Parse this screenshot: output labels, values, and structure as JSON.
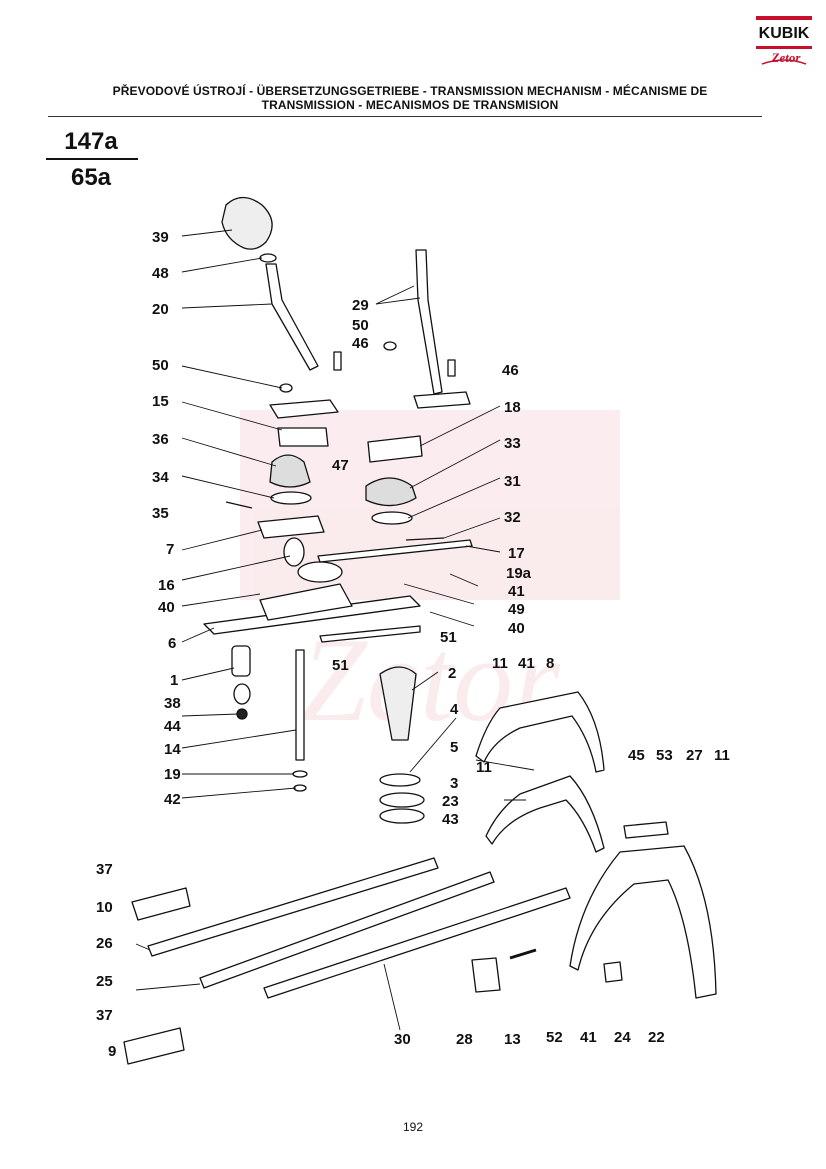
{
  "header": {
    "title_line1": "PŘEVODOVÉ ÚSTROJÍ - ÜBERSETZUNGSGETRIEBE - TRANSMISSION MECHANISM - MÉCANISME DE",
    "title_line2": "TRANSMISSION - MECANISMOS DE TRANSMISION"
  },
  "codes": {
    "top": "147a",
    "bottom": "65a"
  },
  "logo": {
    "text": "KUBIK",
    "subtext": "Zetor",
    "brand_color": "#c8102e"
  },
  "page_number": "192",
  "callouts": {
    "c39": "39",
    "c48": "48",
    "c20": "20",
    "c29": "29",
    "c50a": "50",
    "c46a": "46",
    "c50b": "50",
    "c46b": "46",
    "c15": "15",
    "c18": "18",
    "c36": "36",
    "c33": "33",
    "c34": "34",
    "c47": "47",
    "c31": "31",
    "c35": "35",
    "c32": "32",
    "c7": "7",
    "c17": "17",
    "c16": "16",
    "c19a": "19a",
    "c41a": "41",
    "c40a": "40",
    "c49": "49",
    "c40b": "40",
    "c6": "6",
    "c51a": "51",
    "c1": "1",
    "c51b": "51",
    "c2": "2",
    "c11a": "11",
    "c41b": "41",
    "c8": "8",
    "c38": "38",
    "c44": "44",
    "c4": "4",
    "c14": "14",
    "c5": "5",
    "c11b": "11",
    "c45": "45",
    "c53": "53",
    "c27": "27",
    "c11c": "11",
    "c19": "19",
    "c3": "3",
    "c42": "42",
    "c23": "23",
    "c43": "43",
    "c37a": "37",
    "c10": "10",
    "c26": "26",
    "c25": "25",
    "c37b": "37",
    "c9": "9",
    "c30": "30",
    "c28": "28",
    "c13": "13",
    "c52": "52",
    "c41c": "41",
    "c24": "24",
    "c22": "22"
  }
}
